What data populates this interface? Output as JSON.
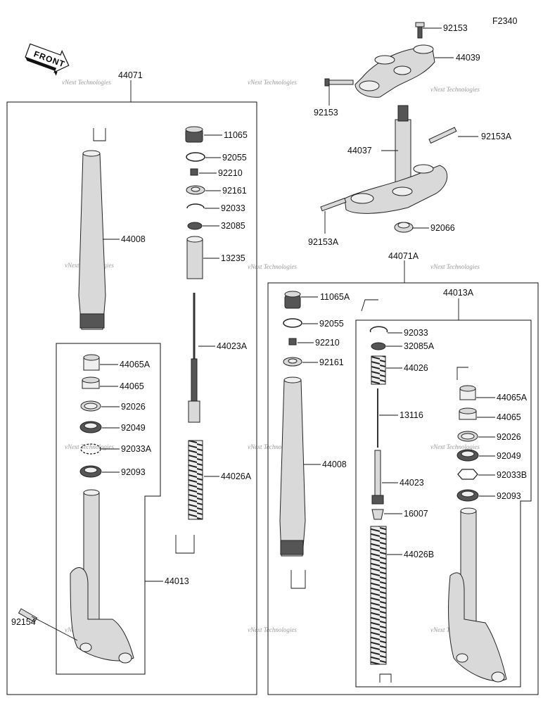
{
  "figure_code": "F2340",
  "front_label": "FRONT",
  "watermark": "vNext Technologies",
  "parts": {
    "p92153_top": "92153",
    "p44039": "44039",
    "p92153_left": "92153",
    "p92153A_right": "92153A",
    "p44037": "44037",
    "p92153A_left": "92153A",
    "p92066": "92066",
    "p44071": "44071",
    "p11065": "11065",
    "p92055_l": "92055",
    "p92210_l": "92210",
    "p92161_l": "92161",
    "p92033_l": "92033",
    "p32085": "32085",
    "p13235": "13235",
    "p44008_l": "44008",
    "p44023A": "44023A",
    "p44065A_l": "44065A",
    "p44065_l": "44065",
    "p92026_l": "92026",
    "p92049_l": "92049",
    "p92033A": "92033A",
    "p92093_l": "92093",
    "p44026A": "44026A",
    "p44013": "44013",
    "p92154": "92154",
    "p44071A": "44071A",
    "p44013A": "44013A",
    "p11065A": "11065A",
    "p92055_r": "92055",
    "p92210_r": "92210",
    "p92161_r": "92161",
    "p92033_r": "92033",
    "p32085A": "32085A",
    "p44026": "44026",
    "p13116": "13116",
    "p44008_r": "44008",
    "p44023": "44023",
    "p16007": "16007",
    "p44026B": "44026B",
    "p44065A_r": "44065A",
    "p44065_r": "44065",
    "p92026_r": "92026",
    "p92049_r": "92049",
    "p92033B": "92033B",
    "p92093_r": "92093"
  }
}
